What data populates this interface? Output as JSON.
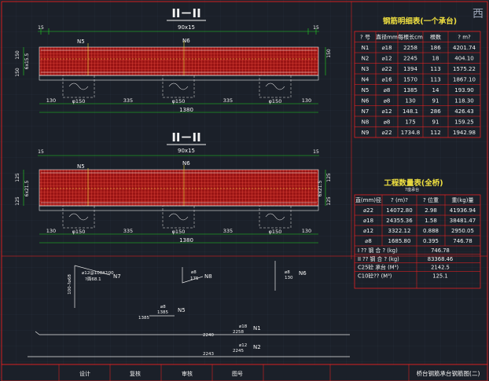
{
  "viewcube": {
    "label": "西"
  },
  "section1": {
    "title": "II－II",
    "span_top": "90x15",
    "edge_left": "15",
    "edge_right": "15",
    "bar_labels": {
      "n5": "N5",
      "n6": "N6"
    },
    "side_left": [
      "150",
      "6x15.5",
      "150"
    ],
    "side_right": [
      "150"
    ],
    "pipe_label": "φ150",
    "bottom_dims": [
      "130",
      "335",
      "335",
      "130"
    ],
    "total_width": "1380"
  },
  "section2": {
    "title": "II－II",
    "span_top": "90x15",
    "edge_left": "15",
    "edge_right": "15",
    "bar_labels": {
      "n5": "N5",
      "n6": "N6"
    },
    "side_left": [
      "125",
      "6x21.5",
      "125"
    ],
    "side_right": [
      "125",
      "6x21.5",
      "125"
    ],
    "pipe_label": "φ150",
    "bottom_dims": [
      "130",
      "335",
      "335",
      "130"
    ],
    "total_width": "1380"
  },
  "rebar_table": {
    "title": "钢筋明细表(一个承台)",
    "headers": [
      "? 号",
      "直径mm",
      "每根长cm",
      "根数",
      "? m?"
    ],
    "rows": [
      [
        "N1",
        "⌀18",
        "2258",
        "186",
        "4201.74"
      ],
      [
        "N2",
        "⌀12",
        "2245",
        "18",
        "404.10"
      ],
      [
        "N3",
        "⌀22",
        "1394",
        "113",
        "1575.22"
      ],
      [
        "N4",
        "⌀16",
        "1570",
        "113",
        "1867.10"
      ],
      [
        "N5",
        "⌀8",
        "1385",
        "14",
        "193.90"
      ],
      [
        "N6",
        "⌀8",
        "130",
        "91",
        "118.30"
      ],
      [
        "N7",
        "⌀12",
        "148.1",
        "286",
        "426.43"
      ],
      [
        "N8",
        "⌀8",
        "175",
        "91",
        "159.25"
      ],
      [
        "N9",
        "⌀22",
        "1734.8",
        "112",
        "1942.98"
      ]
    ]
  },
  "quantity_table": {
    "title": "工程数量表(全桥)",
    "subtitle": "7座承台",
    "headers": [
      "直(mm)径",
      "? (m)?",
      "? 位重",
      "重(kg)量"
    ],
    "rows": [
      [
        "⌀22",
        "14072.80",
        "2.98",
        "41936.94"
      ],
      [
        "⌀18",
        "24355.36",
        "1.58",
        "38481.47"
      ],
      [
        "⌀12",
        "3322.12",
        "0.888",
        "2950.05"
      ],
      [
        "⌀8",
        "1685.80",
        "0.395",
        "746.78"
      ]
    ],
    "summary": [
      [
        "I ?? 钢 合 ? (kg)",
        "746.78"
      ],
      [
        "II ?? 钢 合 ? (kg)",
        "83368.46"
      ],
      [
        "C25砼 承台 (M³)",
        "2142.5"
      ],
      [
        "C10砼?? (M³)",
        "125.1"
      ]
    ]
  },
  "details": {
    "n7_dims": "⌀12@100X100",
    "n7_sub": "?面68.1",
    "n7_side": "100-?⌀68",
    "n7": "N7",
    "n8_dia": "⌀8",
    "n8_len": "175",
    "n8": "N8",
    "n6_dia": "⌀8",
    "n6_len": "130",
    "n6": "N6",
    "n5_dia": "⌀8",
    "n5_len": "1385",
    "n5_num": "1385",
    "n5": "N5",
    "n1_dia": "⌀18",
    "n1_len": "2258",
    "n1_left": "2240",
    "n1": "N1",
    "n2_dia": "⌀12",
    "n2_len": "2245",
    "n2_left": "2243",
    "n2": "N2"
  },
  "title_block": {
    "caption": "桥台钢筋承台钢筋图(二)",
    "cells": [
      "设计",
      "复核",
      "审核",
      "图号"
    ]
  },
  "colors": {
    "background": "#1b2029",
    "concrete": "#9a1414",
    "rebar_grid": "#ff5a4a",
    "dimension": "#23d423",
    "white_line": "#e8e8e8",
    "border": "#ff2020",
    "yellow_text": "#f0e040",
    "cyan_text": "#35e0e8"
  }
}
